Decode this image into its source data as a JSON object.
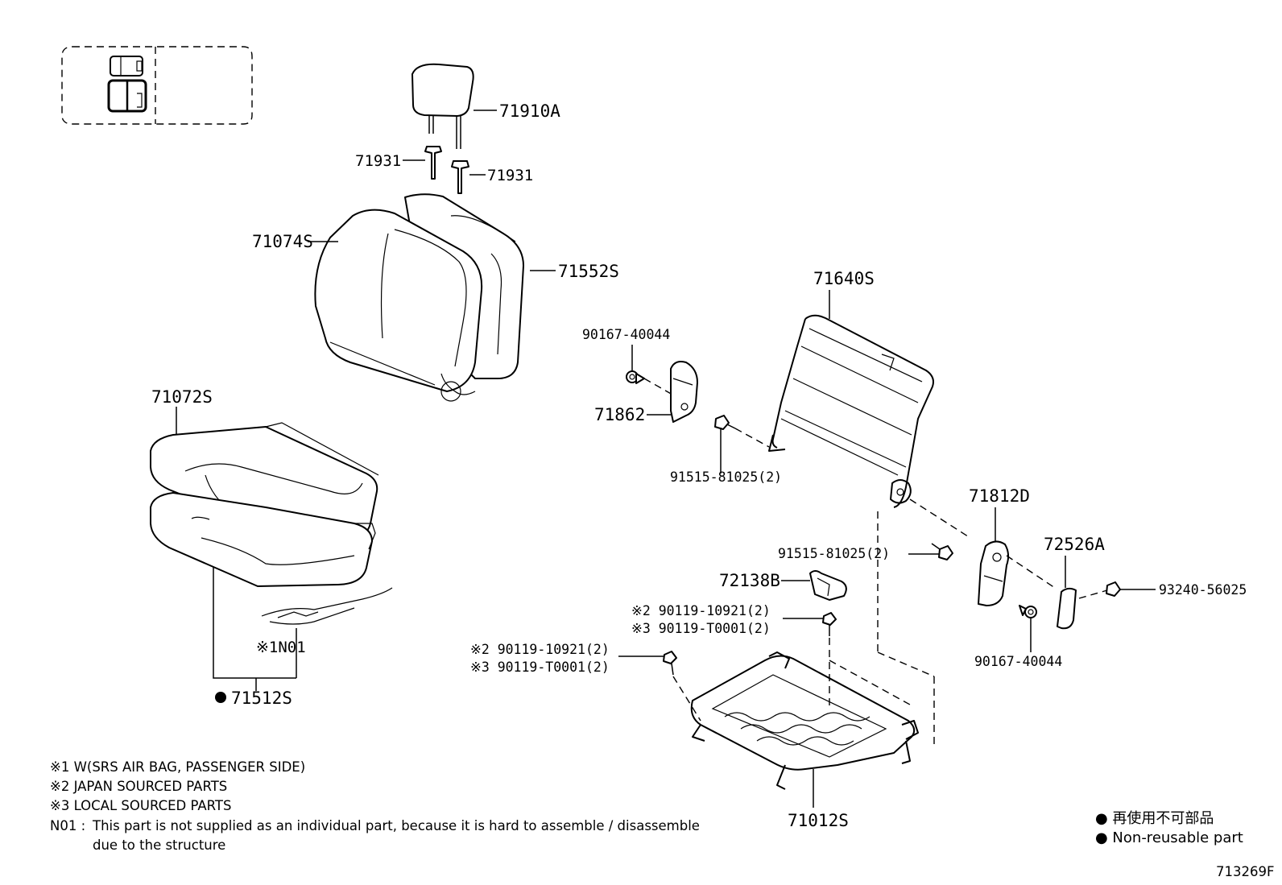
{
  "parts": {
    "headrest": "71910A",
    "support_left": "71931",
    "support_right": "71931",
    "back_cover": "71074S",
    "back_pad": "71552S",
    "back_frame": "71640S",
    "cushion_cover": "71072S",
    "cushion_assy": "71512S",
    "sensor_mark": "※1N01",
    "cushion_frame": "71012S",
    "recliner_cover_left": "71862",
    "recliner_cover_right": "71812D",
    "cover_cap": "72526A",
    "cushion_shield": "72138B",
    "clip_upper": "90167-40044",
    "clip_lower": "90167-40044",
    "bolt_left": "91515-81025(2)",
    "bolt_right": "91515-81025(2)",
    "screw": "93240-56025",
    "bolt_a_line1": "※2 90119-10921(2)",
    "bolt_a_line2": "※3 90119-T0001(2)",
    "bolt_b_line1": "※2 90119-10921(2)",
    "bolt_b_line2": "※3 90119-T0001(2)"
  },
  "notes": {
    "n1": "※1 W(SRS AIR BAG, PASSENGER SIDE)",
    "n2": "※2 JAPAN SOURCED PARTS",
    "n3": "※3 LOCAL SOURCED PARTS",
    "n01_label": "N01 :",
    "n01_text_line1": "This part is not supplied as an individual part, because it is hard to assemble / disassemble",
    "n01_text_line2": "due to the structure"
  },
  "legend": {
    "line1": "● 再使用不可部品",
    "line2": "● Non-reusable part"
  },
  "figure_id": "713269F"
}
